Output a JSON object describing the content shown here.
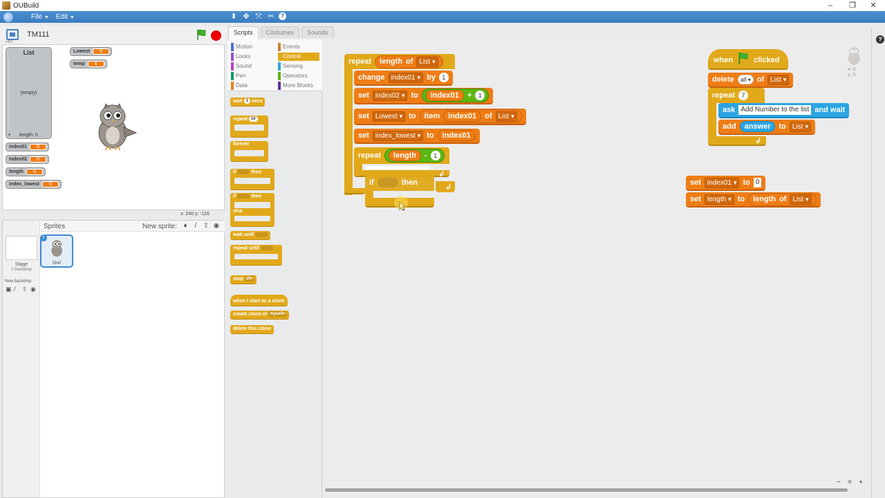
{
  "window": {
    "title": "OUBuild",
    "controls": {
      "minimize": "–",
      "restore": "❐",
      "close": "✕"
    }
  },
  "menubar": {
    "file": "File",
    "edit": "Edit",
    "tool_icons": [
      "duplicate-icon",
      "grow-icon",
      "shrink-icon",
      "delete-icon",
      "help-icon"
    ]
  },
  "project": {
    "name": "TM111",
    "version": "v451"
  },
  "stage": {
    "list_monitor": {
      "name": "List",
      "empty_text": "(empty)",
      "length_label": "length: 0",
      "add": "+"
    },
    "variables": [
      {
        "name": "Lowest",
        "value": "0"
      },
      {
        "name": "temp",
        "value": "0"
      },
      {
        "name": "index01",
        "value": "0"
      },
      {
        "name": "index02",
        "value": "0"
      },
      {
        "name": "length",
        "value": "0"
      },
      {
        "name": "index_lowest",
        "value": "0"
      }
    ],
    "mouse_coords": "x: 240  y: -116"
  },
  "sprites": {
    "header": "Sprites",
    "new_sprite": "New sprite:",
    "stage_label": "Stage",
    "stage_sub": "1 backdrop",
    "new_backdrop": "New backdrop:",
    "sprite_name": "Owl",
    "info": "i"
  },
  "tabs": [
    "Scripts",
    "Costumes",
    "Sounds"
  ],
  "categories": [
    {
      "label": "Motion",
      "color": "#4a6cd4"
    },
    {
      "label": "Events",
      "color": "#c88330"
    },
    {
      "label": "Looks",
      "color": "#8a55d7"
    },
    {
      "label": "Control",
      "color": "#e1a91a"
    },
    {
      "label": "Sound",
      "color": "#bb42c3"
    },
    {
      "label": "Sensing",
      "color": "#2ca5e2"
    },
    {
      "label": "Pen",
      "color": "#0e9a6c"
    },
    {
      "label": "Operators",
      "color": "#5cb712"
    },
    {
      "label": "Data",
      "color": "#ee7d16"
    },
    {
      "label": "More Blocks",
      "color": "#632d99"
    }
  ],
  "palette": {
    "wait": "wait",
    "wait_num": "1",
    "wait_secs": "secs",
    "repeat": "repeat",
    "repeat_num": "10",
    "forever": "forever",
    "if": "if",
    "then": "then",
    "if2": "if",
    "then2": "then",
    "else": "else",
    "wait_until": "wait until",
    "repeat_until": "repeat until",
    "stop": "stop",
    "stop_opt": "all",
    "when_clone": "when I start as a clone",
    "create_clone": "create clone of",
    "create_clone_opt": "myself",
    "delete_clone": "delete this clone"
  },
  "script1": {
    "repeat": "repeat",
    "length_of": "length",
    "of": "of",
    "list": "List",
    "change": "change",
    "change_var": "index01",
    "by": "by",
    "by_num": "1",
    "set": "set",
    "set1_var": "index02",
    "to": "to",
    "index01": "index01",
    "plus": "+",
    "one": "1",
    "set2_var": "Lowest",
    "item": "item",
    "item_index": "index01",
    "item_of": "of",
    "item_list": "List",
    "set3_var": "index_lowest",
    "set3_val": "index01",
    "repeat2": "repeat",
    "repeat2_len": "length",
    "minus": "-",
    "minus_num": "1",
    "if": "if",
    "then": "then"
  },
  "script2": {
    "when": "when",
    "clicked": "clicked",
    "delete": "delete",
    "delete_opt": "all",
    "of": "of",
    "list": "List",
    "repeat": "repeat",
    "repeat_num": "7",
    "ask": "ask",
    "ask_text": "Add Number to the list",
    "and_wait": "and wait",
    "add": "add",
    "answer": "answer",
    "to": "to",
    "add_list": "List"
  },
  "script3": {
    "set": "set",
    "var1": "index01",
    "to": "to",
    "val1": "0",
    "var2": "length",
    "length": "length",
    "of": "of",
    "list": "List"
  },
  "sprite_info": {
    "x": "x: 0",
    "y": "y: 0"
  },
  "zoom": {
    "out": "−",
    "reset": "=",
    "in": "+"
  }
}
